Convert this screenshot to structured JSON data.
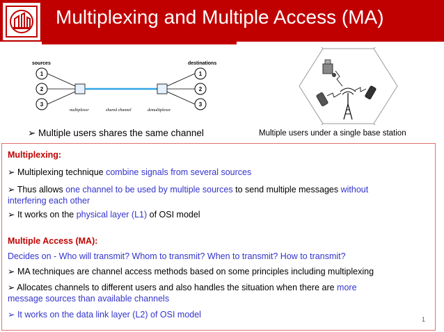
{
  "slide": {
    "title": "Multiplexing and Multiple Access (MA)",
    "page_number": "1",
    "colors": {
      "header": "#c00000",
      "heading": "#c00000",
      "highlight": "#3333cc"
    }
  },
  "figure1": {
    "sources_label": "sources",
    "destinations_label": "destinations",
    "source_nodes": [
      "1",
      "2",
      "3"
    ],
    "destination_nodes": [
      "1",
      "2",
      "3"
    ],
    "multiplexor_label": "multiplexor",
    "channel_label": "shared channel",
    "demultiplexor_label": "demultiplexor",
    "caption": "➢ Multiple users shares the same channel"
  },
  "figure2": {
    "caption": "Multiple users under a single base station"
  },
  "multiplexing": {
    "heading": "Multiplexing:",
    "line1_a": "➢ Multiplexing technique ",
    "line1_b": "combine signals from several sources",
    "line2_a": "➢ Thus allows ",
    "line2_b": "one channel to be used by multiple sources",
    "line2_c": " to send multiple messages ",
    "line2_d": "without",
    "line2_e": "interfering each other",
    "line3_a": "➢ It works on the ",
    "line3_b": "physical layer (L1)",
    "line3_c": " of OSI model"
  },
  "ma": {
    "heading": "Multiple Access (MA):",
    "line1": "Decides on - Who will transmit? Whom to transmit? When to transmit? How to transmit?",
    "line2": "➢ MA techniques are channel access methods based on some principles including multiplexing",
    "line3_a": "➢ Allocates channels to different users and also handles the situation when there are ",
    "line3_b": "more",
    "line3_c": "message sources than available channels",
    "line4": "➢  It works on the data link layer (L2) of OSI model"
  }
}
